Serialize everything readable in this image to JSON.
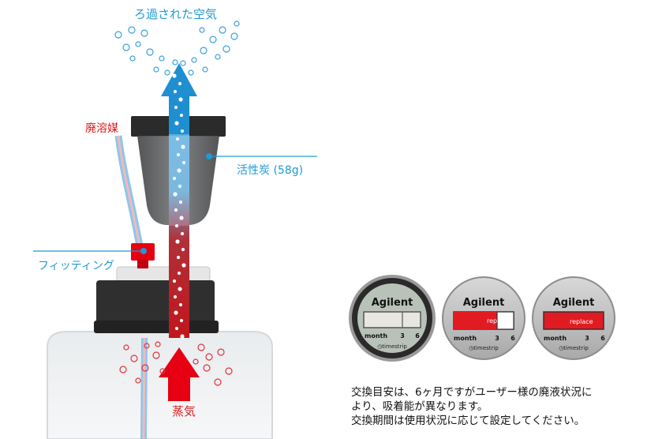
{
  "labels": {
    "filtered_air": "ろ過された空気",
    "waste_solvent": "廃溶媒",
    "activated_carbon": "活性炭 (58g)",
    "fitting": "フィッティング",
    "steam": "蒸気"
  },
  "timestrips": [
    {
      "brand": "Agilent",
      "month": "month",
      "tick_3": "3",
      "tick_6": "6",
      "logo": "timestrip",
      "fill_fraction": 0.0,
      "fill_text": ""
    },
    {
      "brand": "Agilent",
      "month": "month",
      "tick_3": "3",
      "tick_6": "6",
      "logo": "timestrip",
      "fill_fraction": 0.7,
      "fill_text": "rep"
    },
    {
      "brand": "Agilent",
      "month": "month",
      "tick_3": "3",
      "tick_6": "6",
      "logo": "timestrip",
      "fill_fraction": 1.0,
      "fill_text": "replace"
    }
  ],
  "note": {
    "line1": "交換目安は、6ヶ月ですがユーザー様の廃液状況に",
    "line2": "より、吸着能が異なります。",
    "line3": "交換期間は使用状況に応じて設定してください。"
  },
  "colors": {
    "label_blue": "#1e9ad6",
    "label_red": "#e21b1b",
    "arrow_blue": "#1e8fd0",
    "steam_red": "#e60012",
    "cap_dark": "#2b2b2b",
    "cup_gray": "#6e7072"
  }
}
